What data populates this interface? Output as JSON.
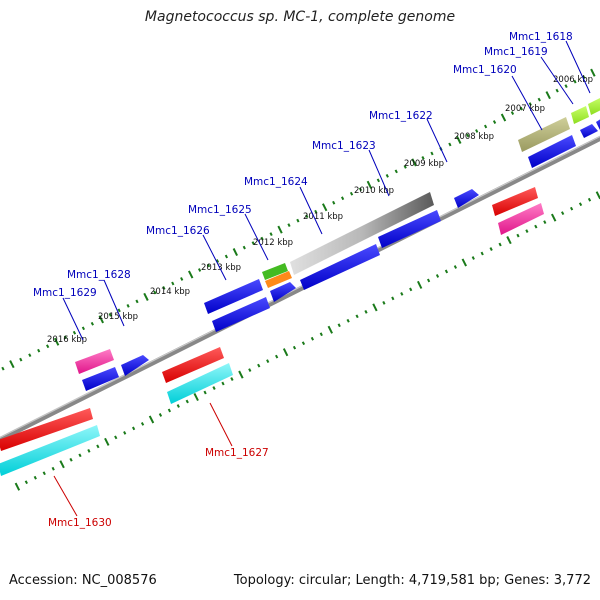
{
  "title": "Magnetococcus sp. MC-1, complete genome",
  "footer": {
    "accession": "Accession: NC_008576",
    "summary": "Topology: circular; Length: 4,719,581 bp; Genes: 3,772"
  },
  "colors": {
    "backbone": "#808080",
    "tick": "#1a7a1a",
    "blue_label": "#0000bb",
    "red_label": "#cc0000",
    "gene_blue": "#0000e6",
    "gene_red": "#ee1111",
    "gene_cyan": "#11e0e8",
    "gene_pink": "#ee2a99"
  },
  "kbp_labels": [
    "2006 kbp",
    "2007 kbp",
    "2008 kbp",
    "2009 kbp",
    "2010 kbp",
    "2011 kbp",
    "2012 kbp",
    "2013 kbp",
    "2014 kbp",
    "2015 kbp",
    "2016 kbp"
  ],
  "gene_labels": {
    "upper": [
      "Mmc1_1618",
      "Mmc1_1619",
      "Mmc1_1620",
      "Mmc1_1622",
      "Mmc1_1623",
      "Mmc1_1624",
      "Mmc1_1625",
      "Mmc1_1626",
      "Mmc1_1628",
      "Mmc1_1629"
    ],
    "lower": [
      "Mmc1_1627",
      "Mmc1_1630"
    ]
  }
}
